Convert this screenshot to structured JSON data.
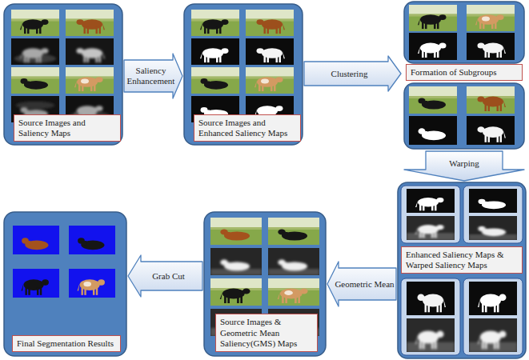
{
  "diagram": {
    "nodes": [
      {
        "text": [
          "Source Images and Saliency Maps"
        ]
      },
      {
        "text": [
          "Source Images and Enhanced Saliency Maps"
        ]
      },
      {
        "text": [
          "Formation of Subgroups"
        ]
      },
      {
        "text": [
          "Enhanced Saliency Maps & Warped Saliency Maps"
        ]
      },
      {
        "text": [
          "Source Images & Geometric Mean Saliency(GMS) Maps"
        ]
      },
      {
        "text": [
          "Final Segmentation Results"
        ]
      }
    ],
    "edges": [
      {
        "from": 0,
        "to": 1,
        "label": "Saliency Enhancement",
        "arrow": "to"
      },
      {
        "from": 1,
        "to": 2,
        "label": "Clustering",
        "arrow": "to"
      },
      {
        "from": 2,
        "to": 3,
        "label": "Warping",
        "arrow": "to"
      },
      {
        "from": 3,
        "to": 4,
        "label": "Geometric Mean",
        "arrow": "to"
      },
      {
        "from": 4,
        "to": 5,
        "label": "Grab Cut",
        "arrow": "to"
      }
    ]
  }
}
